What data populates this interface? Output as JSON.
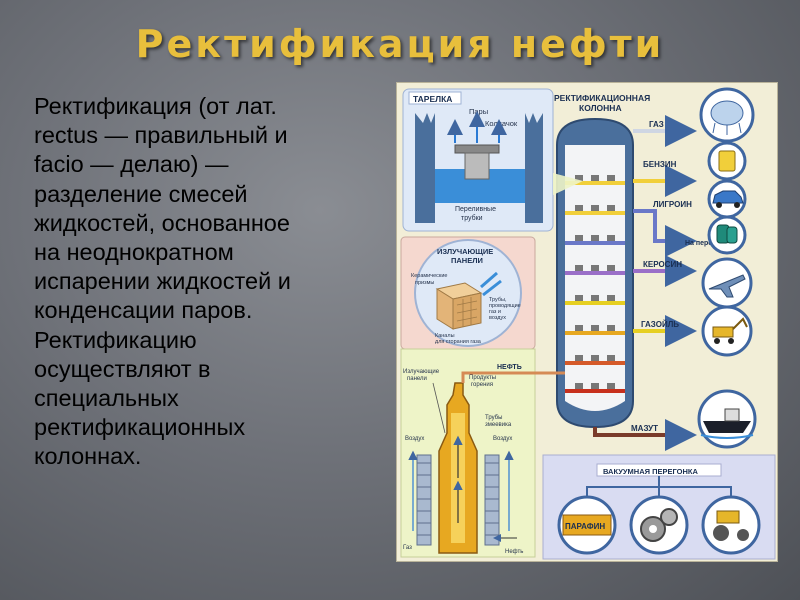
{
  "slide": {
    "title": "Ректификация нефти",
    "body_lines": [
      "Ректификация (от лат.",
      "rectus — правильный и",
      "facio — делаю) —",
      "разделение смесей",
      "жидкостей, основанное",
      "на неоднократном",
      "испарении жидкостей и",
      "конденсации паров.",
      "Ректификацию",
      "осуществляют в",
      "специальных",
      "ректификационных",
      "колоннах."
    ]
  },
  "diagram": {
    "column_title_1": "РЕКТИФИКАЦИОННАЯ",
    "column_title_2": "КОЛОННА",
    "tray_inset": {
      "title": "ТАРЕЛКА",
      "vapors": "Пары",
      "cap": "Колпачок",
      "overflow_1": "Переливные",
      "overflow_2": "трубки"
    },
    "furnace_inset": {
      "title_1": "ИЗЛУЧАЮЩИЕ",
      "title_2": "ПАНЕЛИ",
      "ceramic_1": "Керамические",
      "ceramic_2": "призмы",
      "pipes_1": "Трубы,",
      "pipes_2": "проводящие",
      "pipes_3": "газ и",
      "pipes_4": "воздух",
      "channels_1": "Каналы",
      "channels_2": "для сгорания газа"
    },
    "furnace": {
      "radiant_1": "Излучающие",
      "radiant_2": "панели",
      "products_1": "Продукты",
      "products_2": "горения",
      "coil_1": "Трубы",
      "coil_2": "змеевика",
      "air_left": "Воздух",
      "air_right": "Воздух",
      "gas": "Газ",
      "oil_in": "Нефть"
    },
    "feed_label": "НЕФТЬ",
    "fractions": [
      "ГАЗ",
      "БЕНЗИН",
      "ЛИГРОИН",
      "КЕРОСИН",
      "ГАЗОЙЛЬ",
      "МАЗУТ"
    ],
    "further_processing": "На переработку",
    "vacuum": {
      "title": "ВАКУУМНАЯ ПЕРЕГОНКА",
      "paraffin": "ПАРАФИН"
    },
    "colors": {
      "title_gold": "#e8bf3c",
      "steel_blue": "#4a6f9c",
      "frame_bg": "#f2eed7",
      "inset_blue": "#dfe9f7",
      "inset_pink": "#f5d8cf",
      "inset_green": "#eef4c8",
      "vacuum_bg": "#d9dcf2"
    },
    "icons": [
      "gas-holder-icon",
      "fuel-canister-icon",
      "car-icon",
      "barrels-icon",
      "airplane-icon",
      "excavator-icon",
      "ship-icon",
      "gears-icon",
      "road-roller-icon"
    ]
  }
}
